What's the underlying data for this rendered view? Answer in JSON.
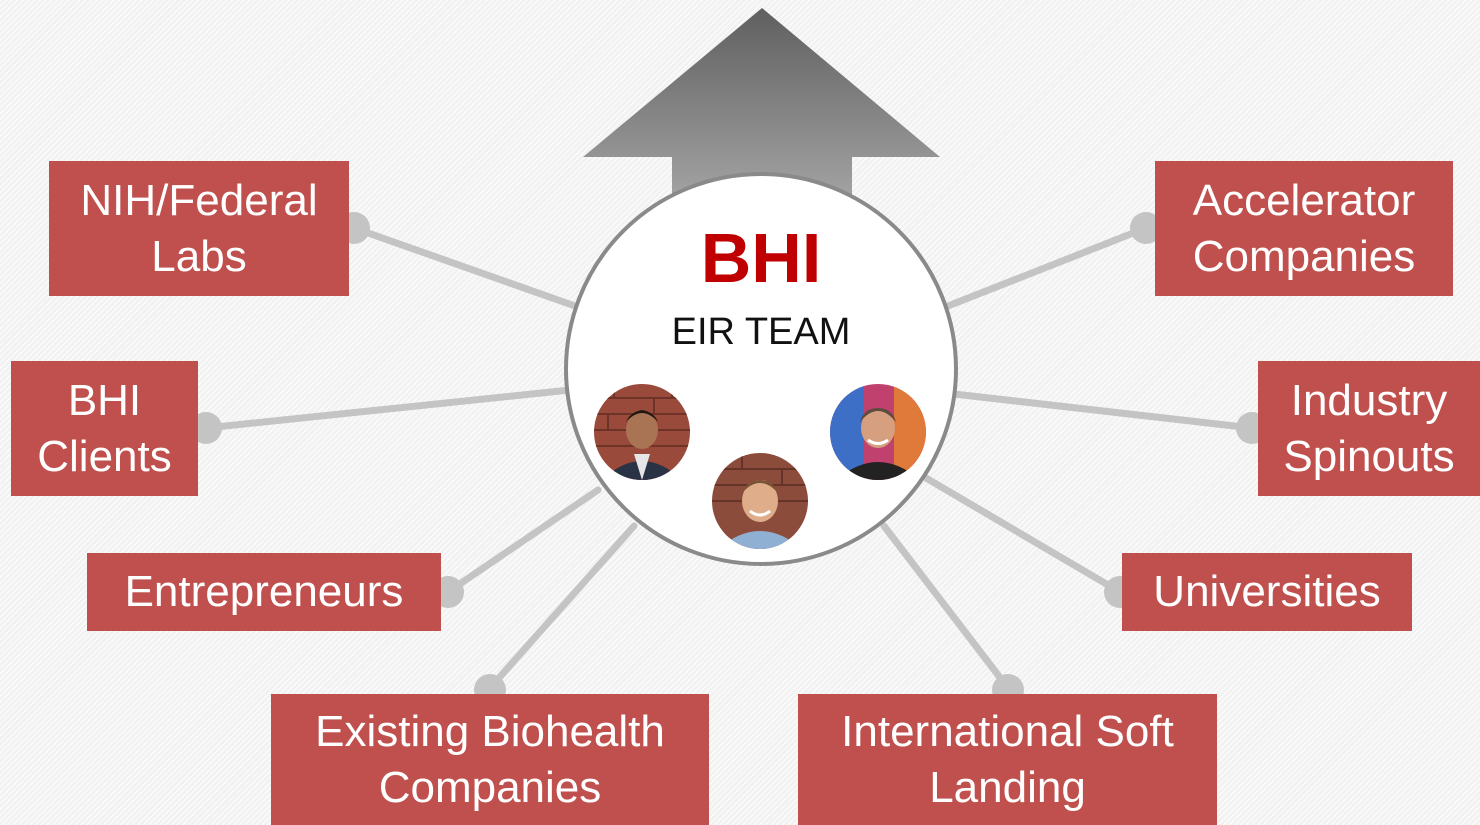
{
  "hub": {
    "title": "BHI",
    "subtitle": "EIR TEAM"
  },
  "nodes": [
    {
      "id": "nih",
      "label": "NIH/Federal\nLabs"
    },
    {
      "id": "bhi-clients",
      "label": "BHI\nClients"
    },
    {
      "id": "entrepreneurs",
      "label": "Entrepreneurs"
    },
    {
      "id": "existing-biohealth",
      "label": "Existing Biohealth\nCompanies"
    },
    {
      "id": "accelerator",
      "label": "Accelerator\nCompanies"
    },
    {
      "id": "industry-spinouts",
      "label": "Industry\nSpinouts"
    },
    {
      "id": "universities",
      "label": "Universities"
    },
    {
      "id": "intl-soft-landing",
      "label": "International Soft\nLanding"
    }
  ],
  "team_photos": [
    "team-member-1",
    "team-member-2",
    "team-member-3"
  ],
  "colors": {
    "box_fill": "#c0504d",
    "box_text": "#ffffff",
    "hub_title": "#c00000",
    "connector": "#c4c4c4",
    "arrow": "#8c8c8c"
  }
}
